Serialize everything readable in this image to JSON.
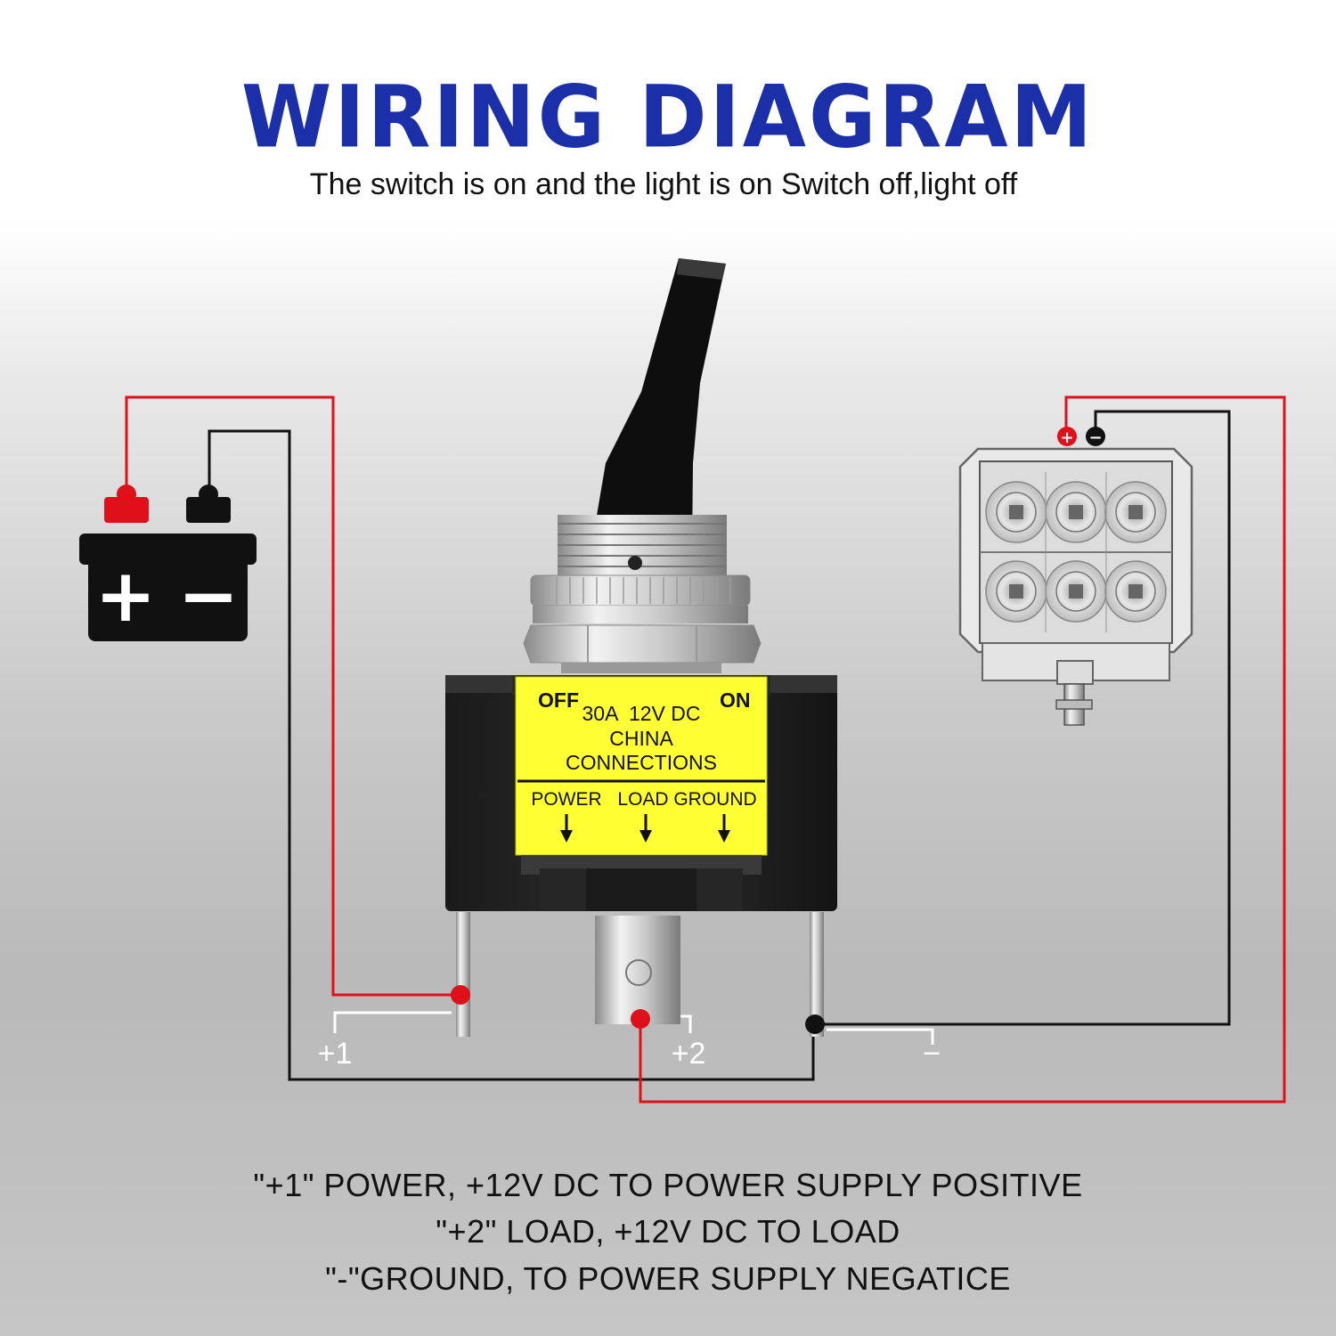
{
  "title": "WIRING DIAGRAM",
  "subtitle": "The switch is on and the light is on Switch off,light off",
  "battery": {
    "plus": "+",
    "minus": "−"
  },
  "switch_label": {
    "off": "OFF",
    "on": "ON",
    "rating": "30A  12V DC",
    "origin": "CHINA",
    "connections": "CONNECTIONS",
    "power": "POWER",
    "load": "LOAD",
    "ground": "GROUND"
  },
  "terminals": {
    "t1": "+1",
    "t2": "+2",
    "t3": "−"
  },
  "light_terminals": {
    "plus": "+",
    "minus": "−"
  },
  "captions": [
    "\"+1\" POWER, +12V DC TO POWER SUPPLY POSITIVE",
    "\"+2\" LOAD, +12V DC TO LOAD",
    "\"-\"GROUND, TO POWER SUPPLY NEGATICE"
  ],
  "colors": {
    "title": "#1a2fa8",
    "positive_wire": "#e0101b",
    "negative_wire": "#111111",
    "label_bg": "#ffff33"
  }
}
